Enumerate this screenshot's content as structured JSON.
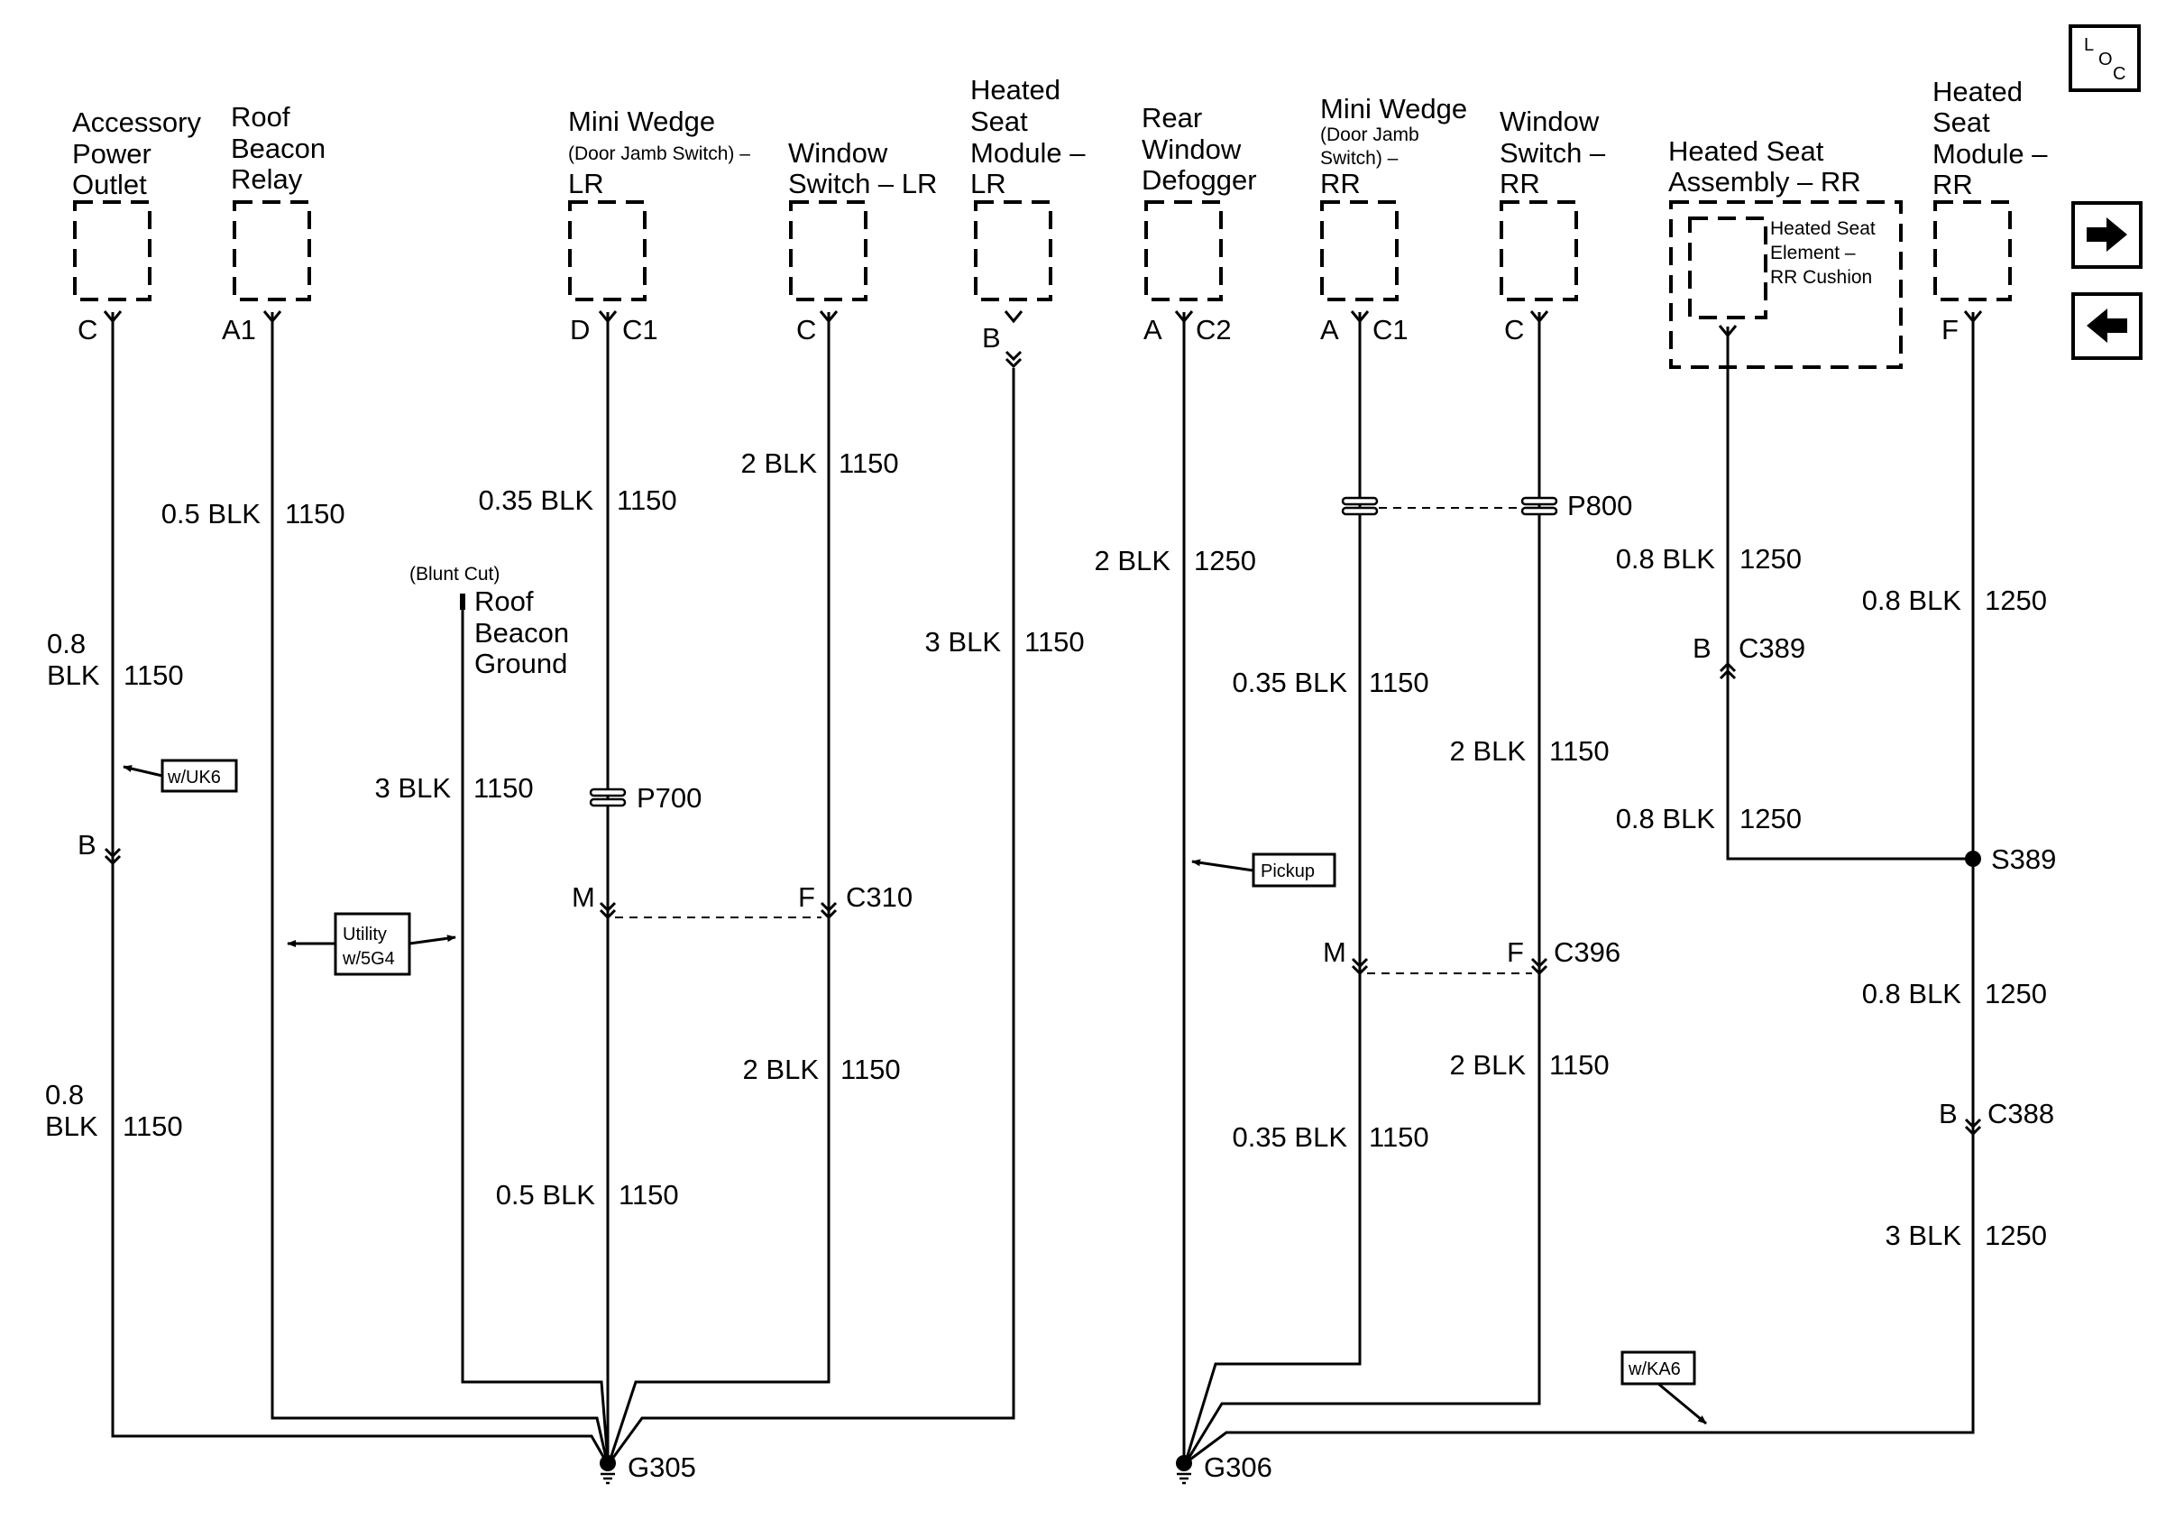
{
  "components": {
    "accessory_power_outlet": [
      "Accessory",
      "Power",
      "Outlet"
    ],
    "roof_beacon_relay": [
      "Roof",
      "Beacon",
      "Relay"
    ],
    "mini_wedge_lr": {
      "line1": "Mini Wedge",
      "line2": "(Door Jamb Switch) –",
      "line3": "LR"
    },
    "window_switch_lr": [
      "Window",
      "Switch – LR"
    ],
    "heated_seat_module_lr": [
      "Heated",
      "Seat",
      "Module –",
      "LR"
    ],
    "rear_window_defogger": [
      "Rear",
      "Window",
      "Defogger"
    ],
    "mini_wedge_rr": {
      "line1": "Mini Wedge",
      "line2": "(Door Jamb",
      "line3": "Switch) –",
      "line4": "RR"
    },
    "window_switch_rr": [
      "Window",
      "Switch –",
      "RR"
    ],
    "heated_seat_assembly_rr": [
      "Heated Seat",
      "Assembly – RR"
    ],
    "heated_seat_element_rr": [
      "Heated Seat",
      "Element –",
      "RR Cushion"
    ],
    "heated_seat_module_rr": [
      "Heated",
      "Seat",
      "Module –",
      "RR"
    ]
  },
  "pins": {
    "apo": "C",
    "rbr": "A1",
    "mwlr_pin": "D",
    "mwlr_conn": "C1",
    "wslr": "C",
    "hsmlr": "B",
    "rwd_pin": "A",
    "rwd_conn": "C2",
    "mwrr_pin": "A",
    "mwrr_conn": "C1",
    "wsrr": "C",
    "hsmrr": "F"
  },
  "wires": {
    "apo_upper": {
      "gauge_l1": "0.8",
      "gauge_l2": "BLK",
      "circuit": "1150"
    },
    "apo_lower": {
      "gauge_l1": "0.8",
      "gauge_l2": "BLK",
      "circuit": "1150"
    },
    "rbr": {
      "gauge": "0.5 BLK",
      "circuit": "1150"
    },
    "rbg": {
      "gauge": "3 BLK",
      "circuit": "1150"
    },
    "mwlr_upper": {
      "gauge": "0.35 BLK",
      "circuit": "1150"
    },
    "mwlr_lower": {
      "gauge": "0.5 BLK",
      "circuit": "1150"
    },
    "wslr_upper": {
      "gauge": "2 BLK",
      "circuit": "1150"
    },
    "wslr_lower": {
      "gauge": "2 BLK",
      "circuit": "1150"
    },
    "hsmlr": {
      "gauge": "3 BLK",
      "circuit": "1150"
    },
    "rwd": {
      "gauge": "2 BLK",
      "circuit": "1250"
    },
    "mwrr_upper": {
      "gauge": "0.35 BLK",
      "circuit": "1150"
    },
    "mwrr_lower": {
      "gauge": "0.35 BLK",
      "circuit": "1150"
    },
    "wsrr_upper": {
      "gauge": "2 BLK",
      "circuit": "1150"
    },
    "wsrr_lower": {
      "gauge": "2 BLK",
      "circuit": "1150"
    },
    "hsarr_upper": {
      "gauge": "0.8 BLK",
      "circuit": "1250"
    },
    "hsarr_lower": {
      "gauge": "0.8 BLK",
      "circuit": "1250"
    },
    "hsmrr_1": {
      "gauge": "0.8 BLK",
      "circuit": "1250"
    },
    "hsmrr_2": {
      "gauge": "0.8 BLK",
      "circuit": "1250"
    },
    "hsmrr_3": {
      "gauge": "3 BLK",
      "circuit": "1250"
    }
  },
  "connectors": {
    "apo_inline": "B",
    "p700": "P700",
    "c310_pin_m": "M",
    "c310_pin_f": "F",
    "c310": "C310",
    "p800": "P800",
    "c396_pin_m": "M",
    "c396_pin_f": "F",
    "c396": "C396",
    "c389_pin": "B",
    "c389": "C389",
    "s389": "S389",
    "c388_pin": "B",
    "c388": "C388"
  },
  "grounds": {
    "left": "G305",
    "right": "G306"
  },
  "roof_beacon_ground": {
    "note": "(Blunt Cut)",
    "lines": [
      "Roof",
      "Beacon",
      "Ground"
    ]
  },
  "option_labels": {
    "uk6": "w/UK6",
    "utility": [
      "Utility",
      "w/5G4"
    ],
    "pickup": "Pickup",
    "ka6": "w/KA6"
  },
  "nav": {
    "loc_l": "L",
    "loc_o": "O",
    "loc_c": "C",
    "next_icon": "right-arrow-icon",
    "prev_icon": "left-arrow-icon"
  }
}
